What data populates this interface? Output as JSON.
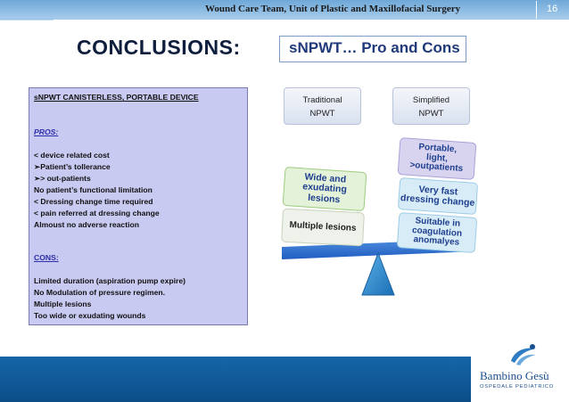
{
  "header": {
    "text": "Wound Care Team, Unit of Plastic and Maxillofacial Surgery",
    "page_number": "16"
  },
  "title": "CONCLUSIONS:",
  "subtitle": "sNPWT… Pro and Cons",
  "left_panel": {
    "heading": "sNPWT   CANISTERLESS, PORTABLE  DEVICE",
    "pros_label": "PROS:",
    "pros": [
      "< device related cost",
      "➢Patient’s tollerance",
      "➢> out-patients",
      "No patient’s functional limitation",
      "< Dressing change time required",
      "< pain referred at dressing change",
      "Almoust no adverse reaction"
    ],
    "cons_label": "CONS:",
    "cons": [
      "Limited duration (aspiration pump expire)",
      "No Modulation of pressure regimen.",
      "Multiple lesions",
      "Too wide or exudating wounds"
    ]
  },
  "scale": {
    "left_header": [
      "Traditional",
      "NPWT"
    ],
    "right_header": [
      "Simplified",
      "NPWT"
    ],
    "left_items": [
      [
        "Wide and",
        "exudating",
        "lesions"
      ],
      [
        "Multiple lesions"
      ]
    ],
    "right_items": [
      [
        "Portable,",
        "light,",
        ">outpatients"
      ],
      [
        "Very fast",
        "dressing change"
      ],
      [
        "Suitable in",
        "coagulation",
        "anomalyes"
      ]
    ]
  },
  "logo": {
    "name": "Bambino Gesù",
    "tagline": "OSPEDALE PEDIATRICO"
  },
  "colors": {
    "header_band": "#6fa8d8",
    "bottom_band": "#1566a8",
    "panel_fill": "#c9caf2",
    "title": "#0f1e3c",
    "subtitle": "#1f3a7a",
    "beam": "#2f6fd0",
    "fulcrum": "#2a86c8",
    "green_box": "#e3f2d8",
    "blue_box": "#d7ecf7",
    "purple_box": "#d8d4ef"
  }
}
